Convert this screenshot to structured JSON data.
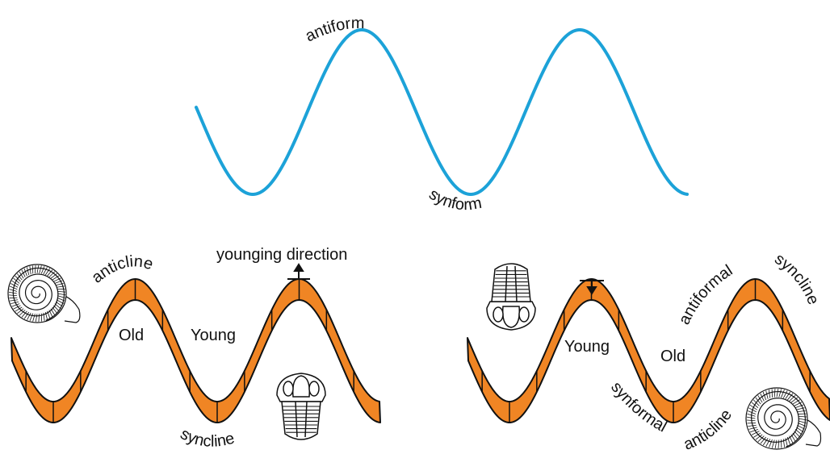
{
  "top_panel": {
    "crest_label": "antiform",
    "trough_label": "synform",
    "line_color": "#1ca2d8"
  },
  "left_panel": {
    "crest_label": "anticline",
    "trough_label": "syncline",
    "inner_left_label": "Old",
    "inner_right_label": "Young",
    "arrow_label": "younging direction",
    "younging": "up",
    "fossils": [
      "ammonite-icon",
      "trilobite-icon"
    ]
  },
  "right_panel": {
    "crest_label_1": "antiformal",
    "crest_label_2": "syncline",
    "trough_label_1": "synformal",
    "trough_label_2": "anticline",
    "inner_left_label": "Young",
    "inner_right_label": "Old",
    "younging": "down",
    "fossils": [
      "trilobite-inverted-icon",
      "ammonite-icon"
    ]
  },
  "colors": {
    "layer_fill": "#f08524",
    "outline": "#111111"
  }
}
